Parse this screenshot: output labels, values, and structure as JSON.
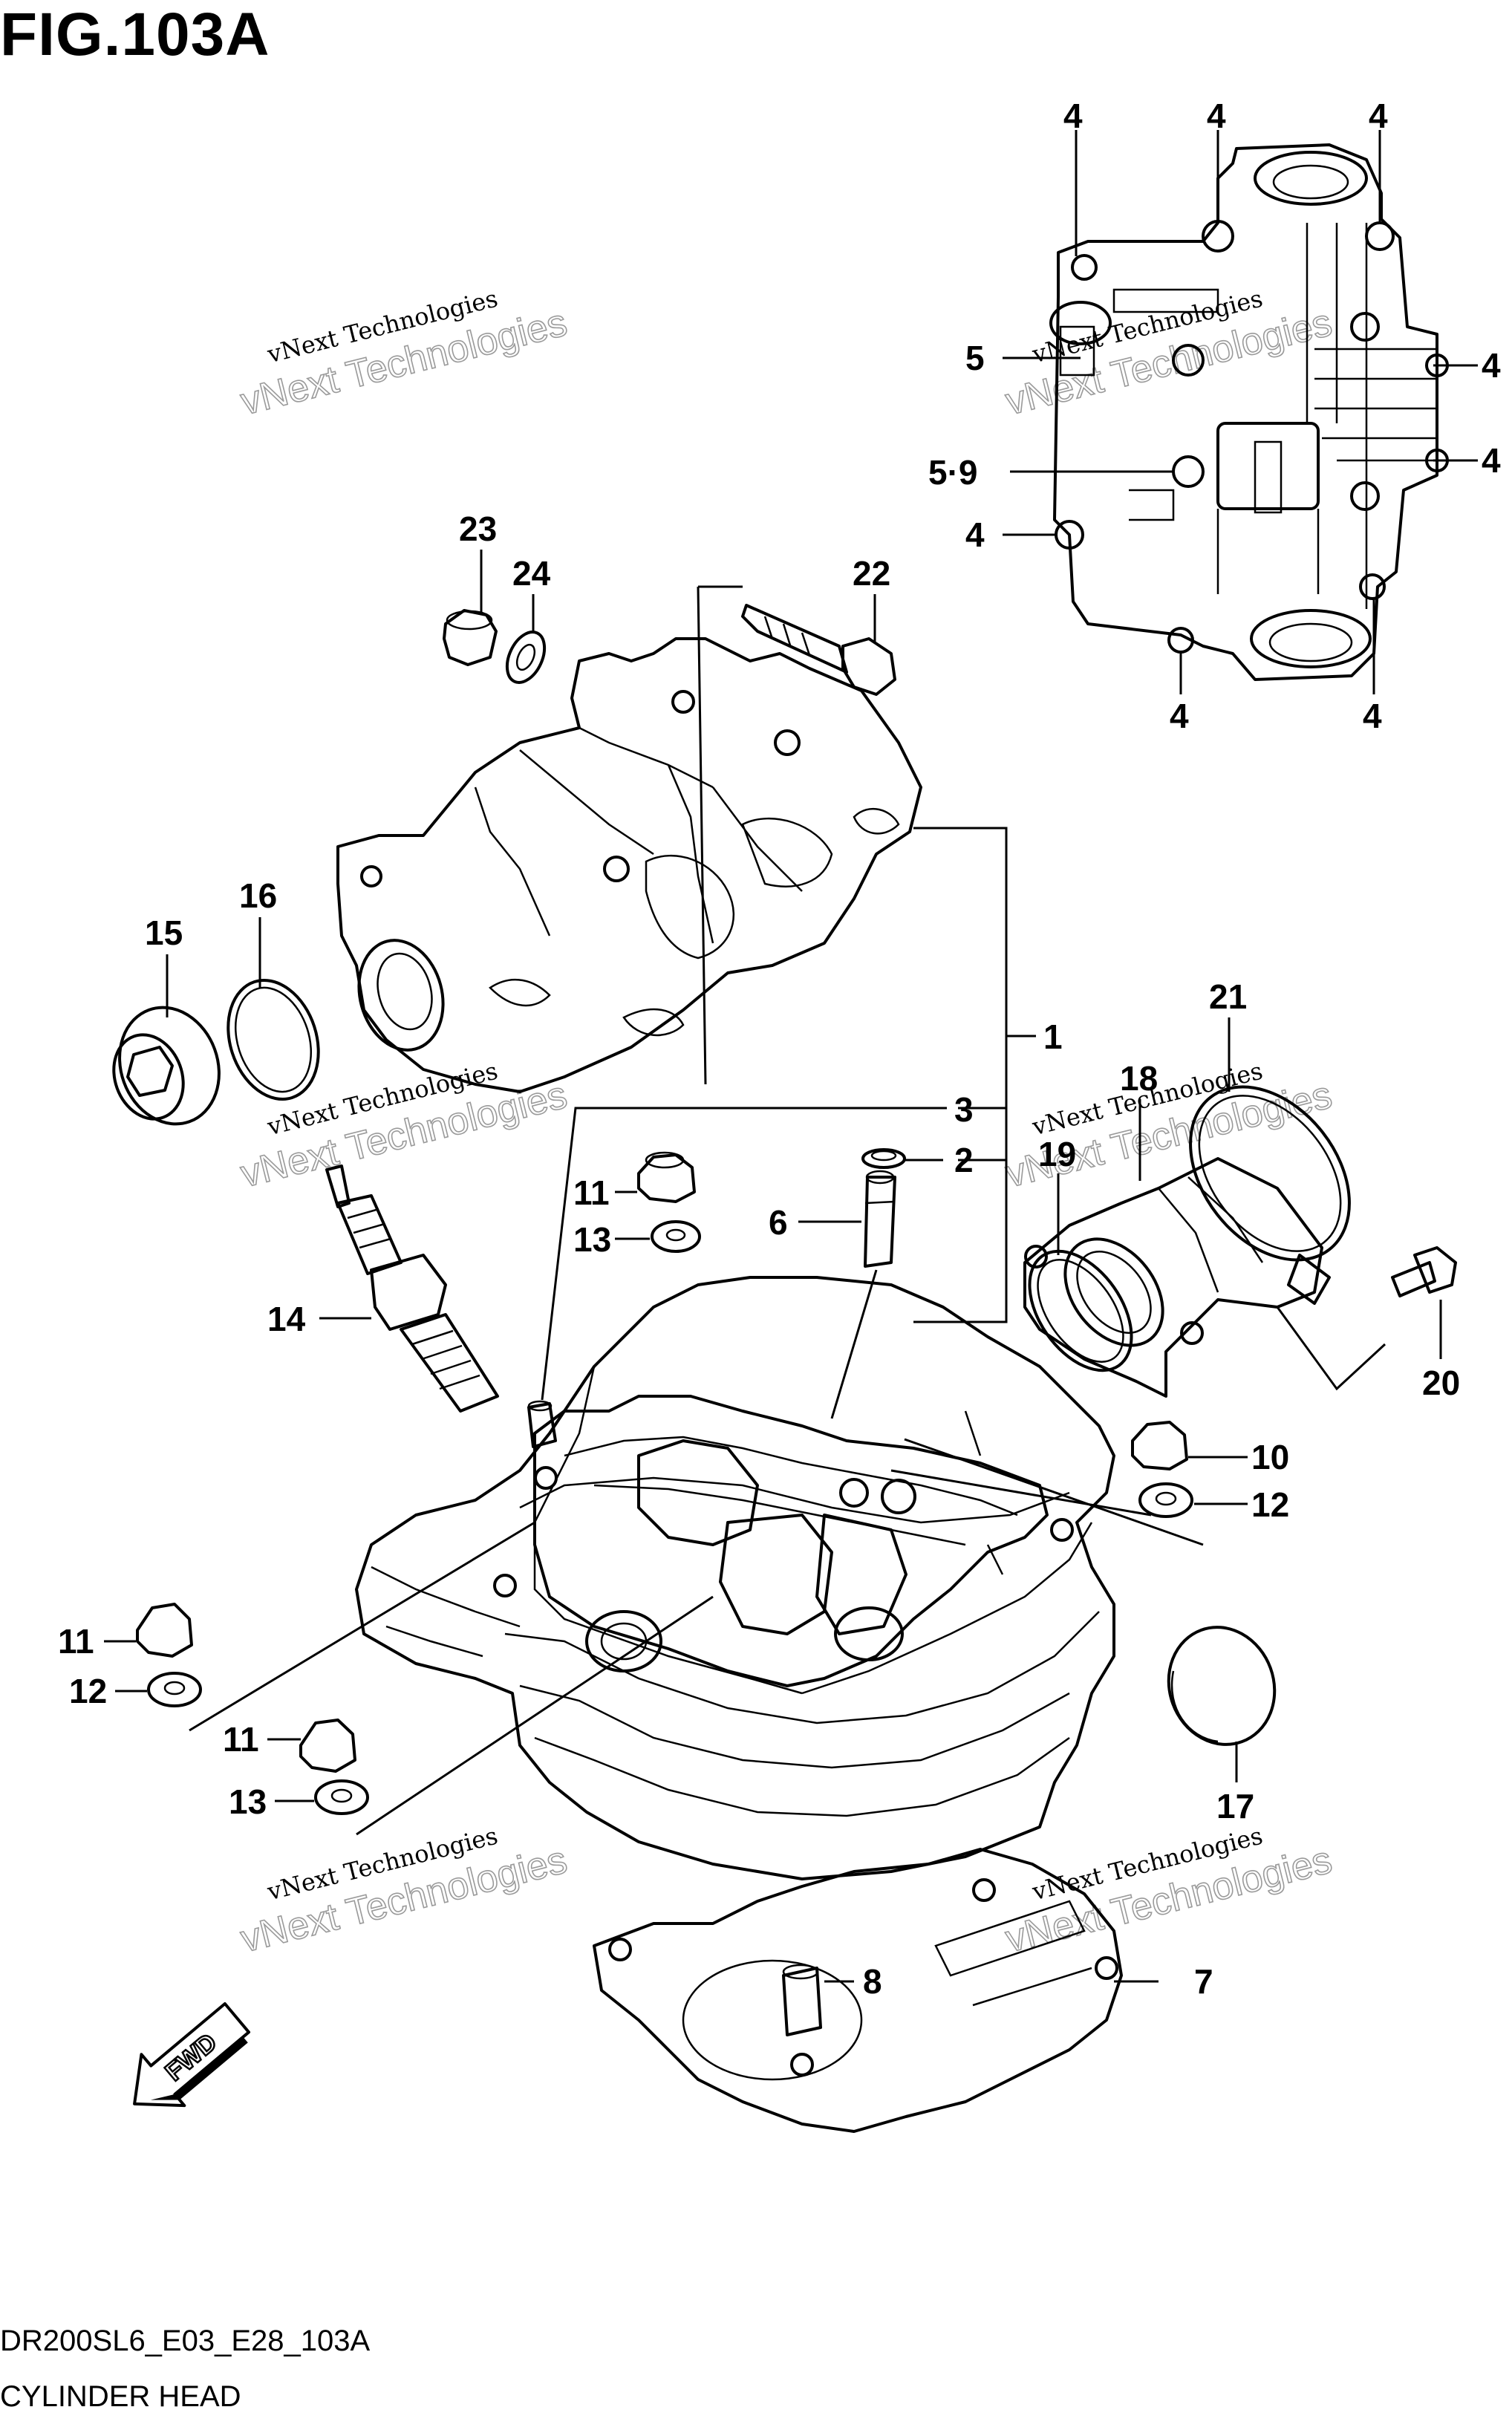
{
  "figure": {
    "title": "FIG.103A",
    "code": "DR200SL6_E03_E28_103A",
    "caption": "CYLINDER HEAD",
    "fwd_label": "FWD"
  },
  "watermark": {
    "line1": "vNext Technologies",
    "line2": "vNext Technologies"
  },
  "callouts": [
    {
      "id": "c4a",
      "label": "4"
    },
    {
      "id": "c4b",
      "label": "4"
    },
    {
      "id": "c4c",
      "label": "4"
    },
    {
      "id": "c4d",
      "label": "4"
    },
    {
      "id": "c4e",
      "label": "4"
    },
    {
      "id": "c4f",
      "label": "4"
    },
    {
      "id": "c4g",
      "label": "4"
    },
    {
      "id": "c4h",
      "label": "4"
    },
    {
      "id": "c5",
      "label": "5"
    },
    {
      "id": "c59",
      "label": "5·9"
    },
    {
      "id": "c23",
      "label": "23"
    },
    {
      "id": "c24",
      "label": "24"
    },
    {
      "id": "c22",
      "label": "22"
    },
    {
      "id": "c16",
      "label": "16"
    },
    {
      "id": "c15",
      "label": "15"
    },
    {
      "id": "c1",
      "label": "1"
    },
    {
      "id": "c3",
      "label": "3"
    },
    {
      "id": "c2",
      "label": "2"
    },
    {
      "id": "c6",
      "label": "6"
    },
    {
      "id": "c21",
      "label": "21"
    },
    {
      "id": "c18",
      "label": "18"
    },
    {
      "id": "c19",
      "label": "19"
    },
    {
      "id": "c11a",
      "label": "11"
    },
    {
      "id": "c13a",
      "label": "13"
    },
    {
      "id": "c14",
      "label": "14"
    },
    {
      "id": "c20",
      "label": "20"
    },
    {
      "id": "c10",
      "label": "10"
    },
    {
      "id": "c12a",
      "label": "12"
    },
    {
      "id": "c11b",
      "label": "11"
    },
    {
      "id": "c12b",
      "label": "12"
    },
    {
      "id": "c11c",
      "label": "11"
    },
    {
      "id": "c13b",
      "label": "13"
    },
    {
      "id": "c17",
      "label": "17"
    },
    {
      "id": "c8",
      "label": "8"
    },
    {
      "id": "c7",
      "label": "7"
    }
  ]
}
